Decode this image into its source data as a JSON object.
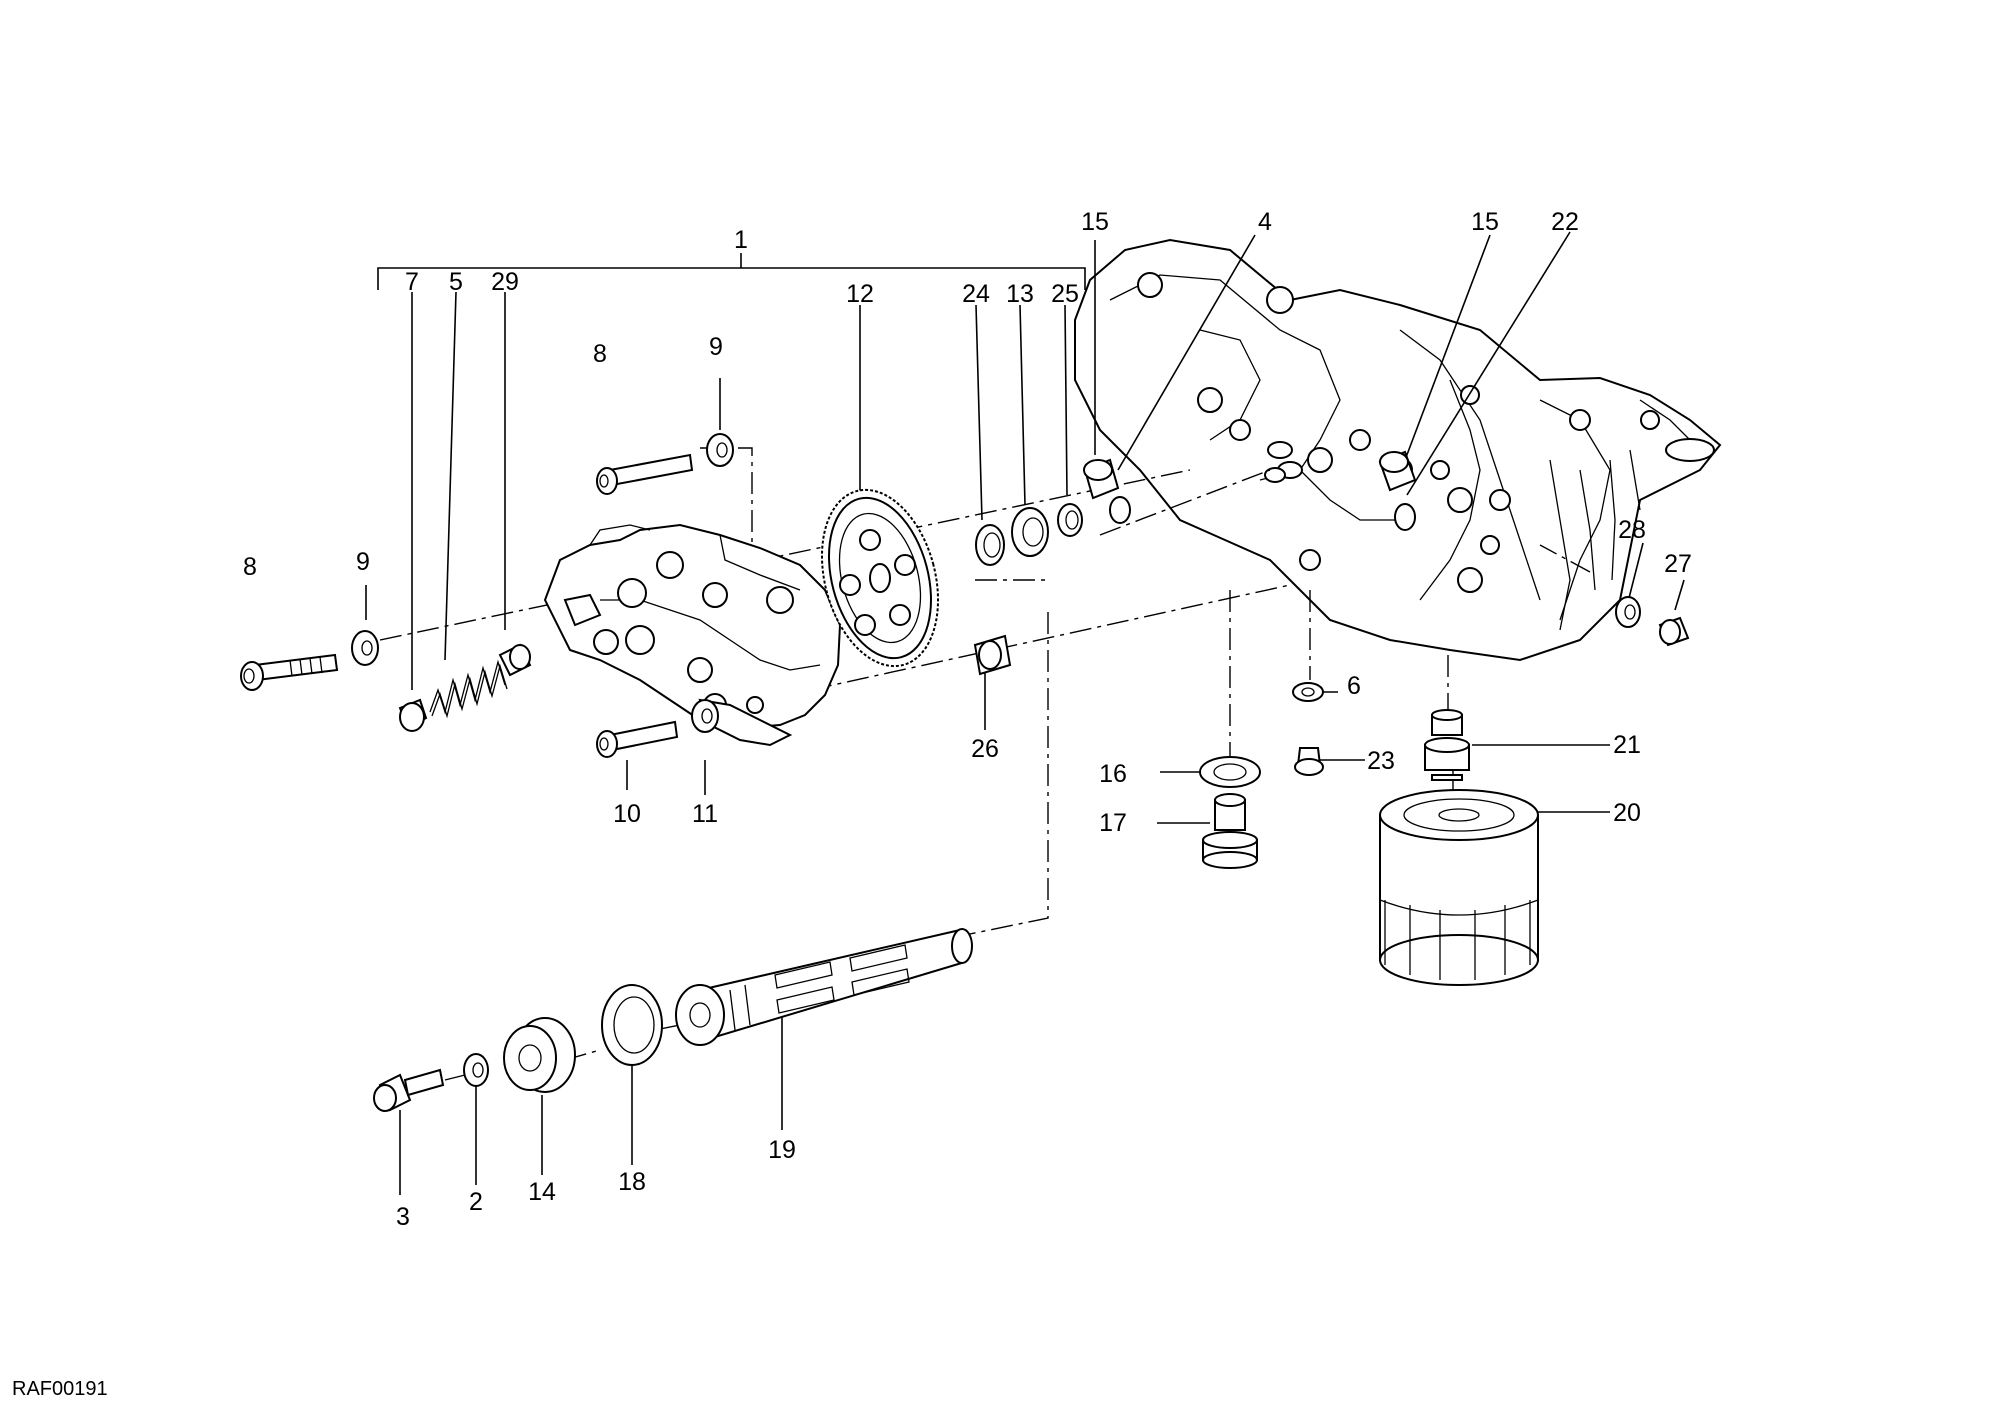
{
  "diagram_code": "RAF00191",
  "callouts": {
    "c1": "1",
    "c2": "2",
    "c3": "3",
    "c4": "4",
    "c5": "5",
    "c6": "6",
    "c7": "7",
    "c8a": "8",
    "c8b": "8",
    "c9a": "9",
    "c9b": "9",
    "c10": "10",
    "c11": "11",
    "c12": "12",
    "c13": "13",
    "c14": "14",
    "c15a": "15",
    "c15b": "15",
    "c16": "16",
    "c17": "17",
    "c18": "18",
    "c19": "19",
    "c20": "20",
    "c21": "21",
    "c22": "22",
    "c23": "23",
    "c24": "24",
    "c25": "25",
    "c26": "26",
    "c27": "27",
    "c28": "28",
    "c29": "29"
  }
}
